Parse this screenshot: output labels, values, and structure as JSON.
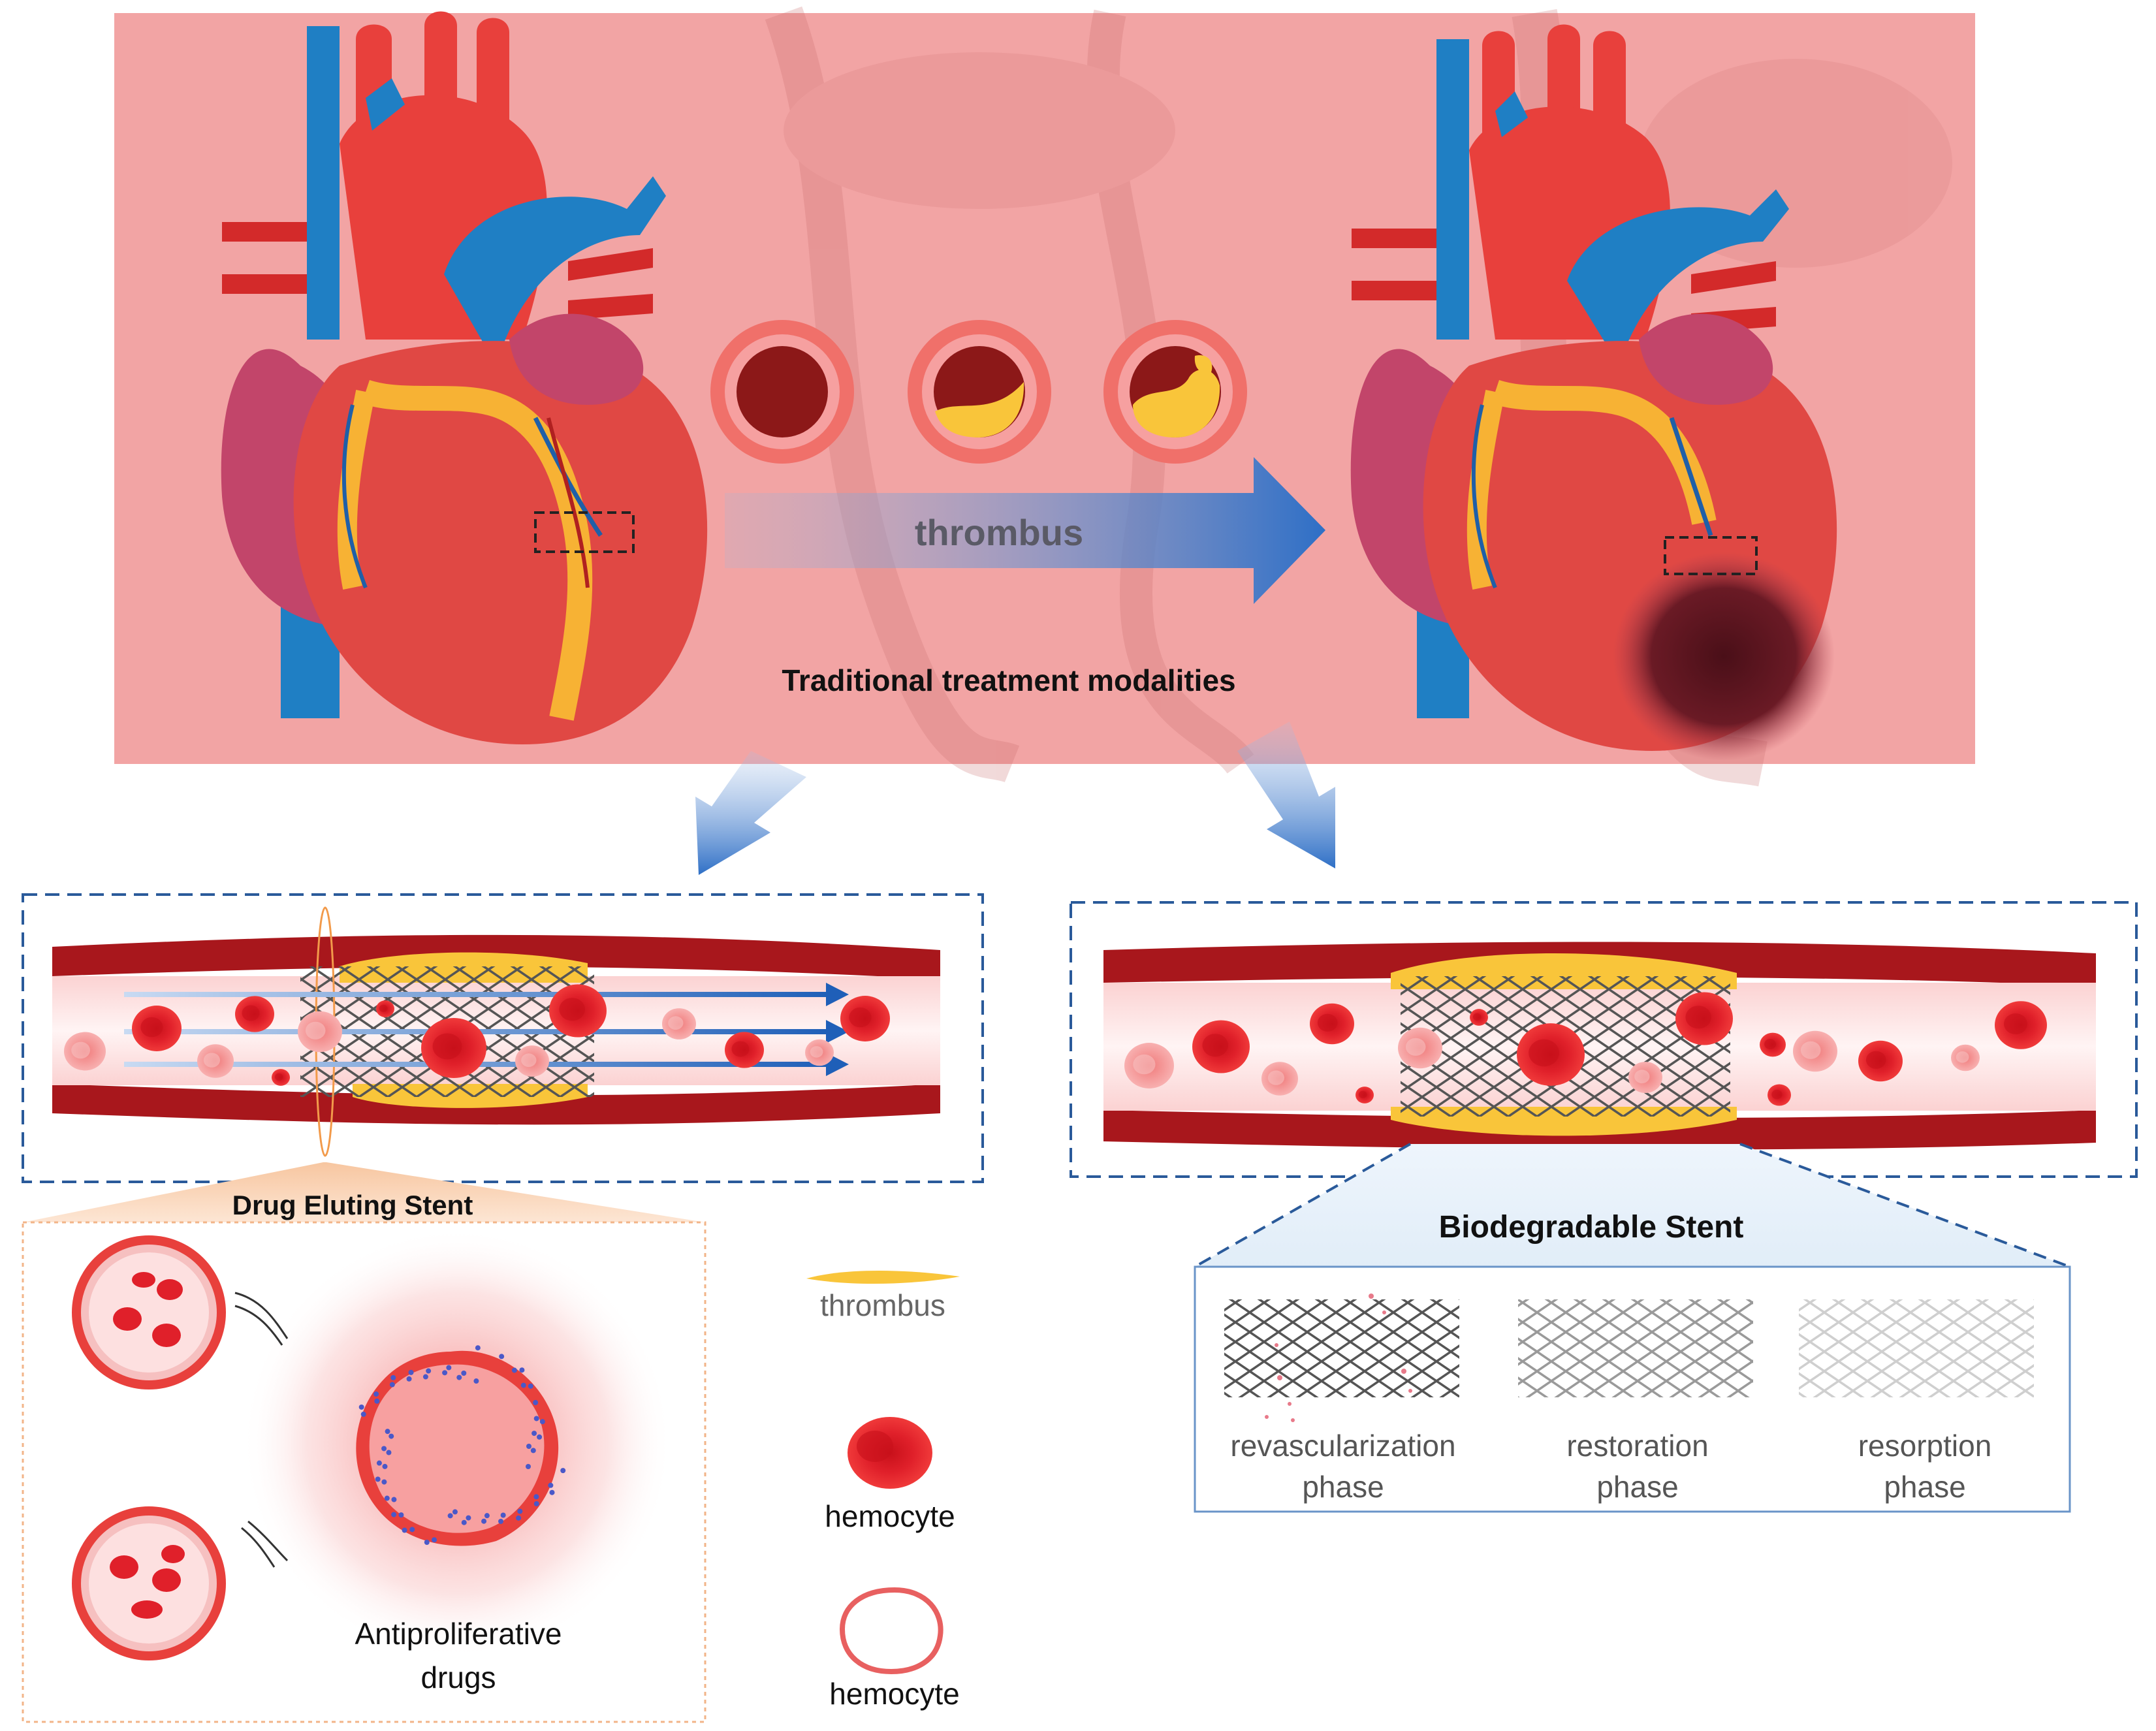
{
  "top_panel": {
    "arrow_label": "thrombus",
    "subtitle": "Traditional treatment modalities"
  },
  "des": {
    "title": "Drug Eluting Stent",
    "drugs_label_line1": "Antiproliferative",
    "drugs_label_line2": "drugs"
  },
  "legend": {
    "thrombus": "thrombus",
    "hemocyte_red": "hemocyte",
    "hemocyte_outline": "hemocyte"
  },
  "bds": {
    "title": "Biodegradable Stent",
    "phases": [
      {
        "line1": "revascularization",
        "line2": "phase"
      },
      {
        "line1": "restoration",
        "line2": "phase"
      },
      {
        "line1": "resorption",
        "line2": "phase"
      }
    ]
  },
  "colors": {
    "panel_bg": "#f2a4a4",
    "artery_red": "#e8403c",
    "vein_blue": "#1f7fc4",
    "vessel_wall": "#a8171c",
    "thrombus_yellow": "#f9c53a",
    "dashed_box": "#2a5a9a",
    "arrow_blue": "#3a78c8"
  }
}
